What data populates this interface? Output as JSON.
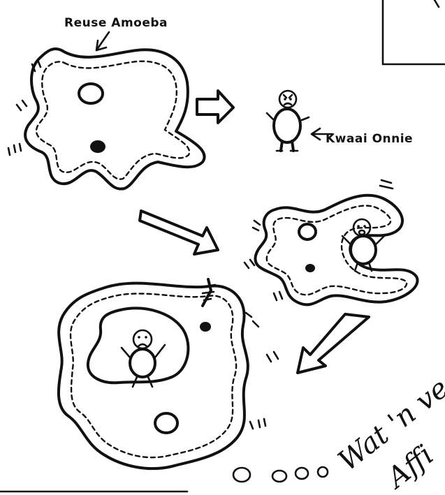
{
  "labels": {
    "amoeba_label": "Reuse Amoeba",
    "creature_label": "Kwaai Onnie",
    "caption_line1": "Wat 'n ve",
    "caption_line2": "Affi"
  }
}
